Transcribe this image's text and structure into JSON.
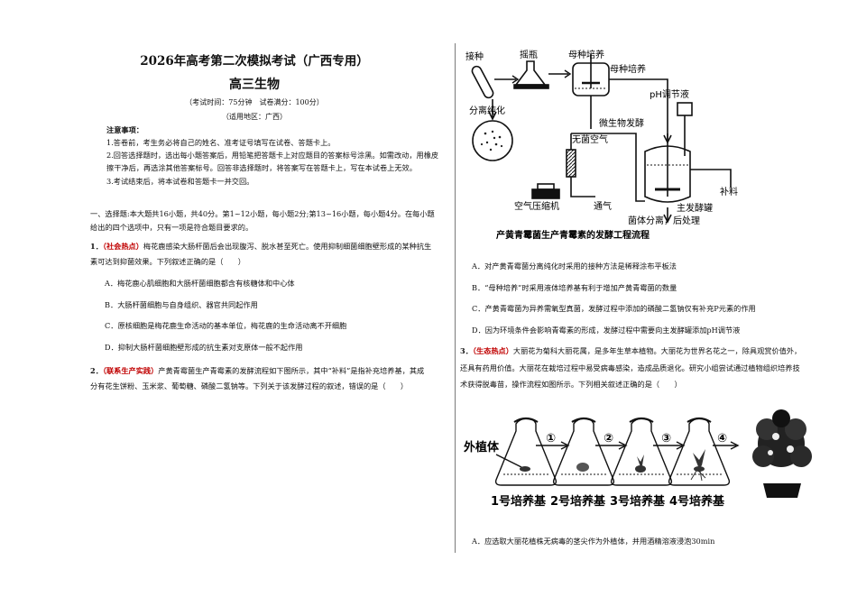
{
  "header": {
    "title": "2026年高考第二次模拟考试（广西专用）",
    "subject": "高三生物",
    "exam_info": "（考试时间：75分钟　试卷满分：100分）",
    "region": "（适用地区：广西）"
  },
  "notes": {
    "heading": "注意事项：",
    "items": [
      "1.答卷前，考生务必将自己的姓名、准考证号填写在试卷、答题卡上。",
      "2.回答选择题时，选出每小题答案后，用铅笔把答题卡上对应题目的答案标号涂黑。如需改动，用橡皮",
      "擦干净后，再选涂其他答案标号。回答非选择题时，将答案写在答题卡上，写在本试卷上无效。",
      "3.考试结束后，将本试卷和答题卡一并交回。"
    ]
  },
  "section1": {
    "line1": "一、选择题:本大题共16小题，共40分。第1~12小题，每小题2分;第13~16小题，每小题4分。在每小题",
    "line2": "给出的四个选项中，只有一项是符合题目要求的。"
  },
  "q1": {
    "number": "1．",
    "tag": "（社会热点）",
    "stem_line1": "梅花鹿感染大肠杆菌后会出现腹泻、脱水甚至死亡。使用抑制细菌细胞壁形成的某种抗生",
    "stem_line2": "素可达到抑菌效果。下列叙述正确的是（　　）",
    "options": [
      "A．梅花鹿心肌细胞和大肠杆菌细胞都含有核糖体和中心体",
      "B．大肠杆菌细胞与自身组织、器官共同起作用",
      "C．原核细胞是梅花鹿生命活动的基本单位，梅花鹿的生命活动离不开细胞",
      "D．抑制大肠杆菌细胞壁形成的抗生素对支原体一般不起作用"
    ]
  },
  "q2": {
    "number": "2．",
    "tag": "（联系生产实践）",
    "stem_line1": "产黄青霉菌生产青霉素的发酵流程如下图所示，其中“补料”是指补充培养基，其成",
    "stem_line2": "分有花生饼粉、玉米浆、葡萄糖、磷酸二氢钠等。下列关于该发酵过程的叙述，错误的是（　　）",
    "options": [
      "A．对产黄青霉菌分离纯化时采用的接种方法是稀释涂布平板法",
      "B．“母种培养”时采用液体培养基有利于增加产黄青霉菌的数量",
      "C．产黄青霉菌为异养需氧型真菌，发酵过程中添加的磷酸二氢钠仅有补充P元素的作用",
      "D．因为环境条件会影响青霉素的形成，发酵过程中需要向主发酵罐添加pH调节液"
    ]
  },
  "q3": {
    "number": "3．",
    "tag": "（生态热点）",
    "stem_line1": "大丽花为菊科大丽花属，是多年生草本植物。大丽花为世界名花之一，除具观赏价值外，",
    "stem_line2": "还具有药用价值。大丽花在栽培过程中易受病毒感染，造成品质退化。研究小组尝试通过植物组织培养技",
    "stem_line3": "术获得脱毒苗，操作流程如图所示。下列相关叙述正确的是（　　）",
    "option_a": "A．应选取大丽花植株无病毒的茎尖作为外植体，并用酒精溶液浸泡30min"
  },
  "fig_fermentation": {
    "labels": {
      "inoculate": "接种",
      "shake_flask": "摇瓶",
      "seed_culture_top": "母种培养",
      "seed_culture": "母种培养",
      "ph_liquid": "pH调节液",
      "isolation": "分离纯化",
      "microbe_fermentation": "微生物发酵",
      "sterile_air": "无菌空气",
      "feed": "补料",
      "main_tank": "主发酵罐",
      "compressor": "空气压缩机",
      "aeration": "通气",
      "separation": "菌体分离，后处理"
    },
    "caption": "产黄青霉菌生产青霉素的发酵工程流程"
  },
  "fig_tissue": {
    "explant": "外植体",
    "steps": [
      "①",
      "②",
      "③",
      "④"
    ],
    "media": [
      "1号培养基",
      "2号培养基",
      "3号培养基",
      "4号培养基"
    ]
  }
}
